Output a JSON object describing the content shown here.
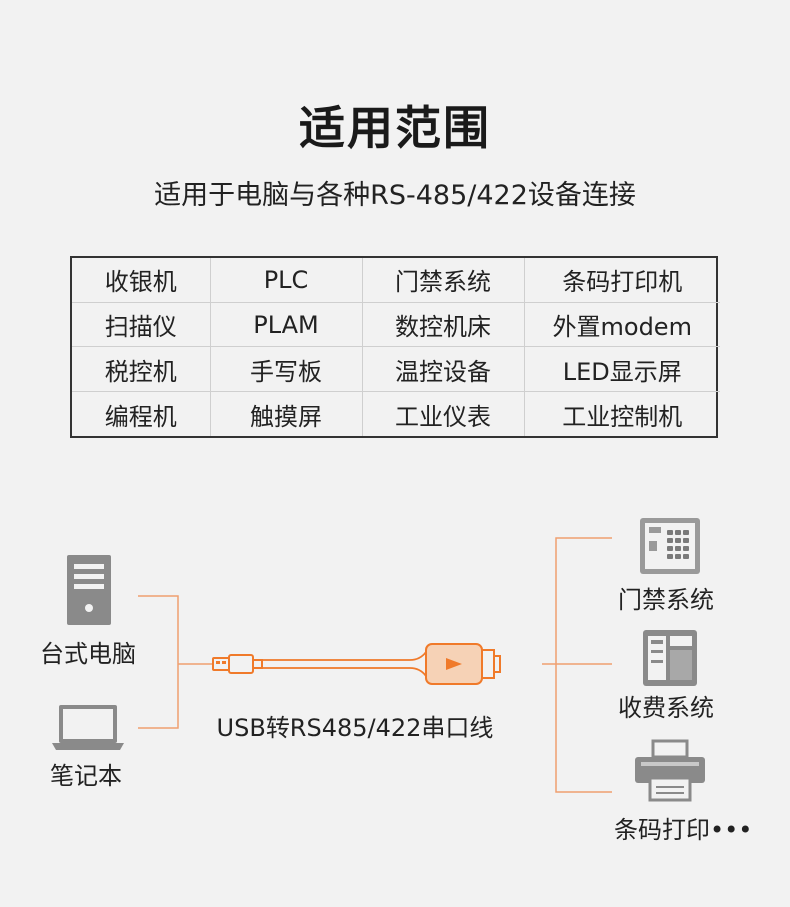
{
  "title": "适用范围",
  "subtitle": "适用于电脑与各种RS-485/422设备连接",
  "table": {
    "rows": [
      [
        "收银机",
        "PLC",
        "门禁系统",
        "条码打印机"
      ],
      [
        "扫描仪",
        "PLAM",
        "数控机床",
        "外置modem"
      ],
      [
        "税控机",
        "手写板",
        "温控设备",
        "LED显示屏"
      ],
      [
        "编程机",
        "触摸屏",
        "工业仪表",
        "工业控制机"
      ]
    ]
  },
  "diagram": {
    "left_devices": [
      {
        "label": "台式电脑",
        "icon": "desktop-tower-icon"
      },
      {
        "label": "笔记本",
        "icon": "laptop-icon"
      }
    ],
    "cable_label": "USB转RS485/422串口线",
    "right_devices": [
      {
        "label": "门禁系统",
        "icon": "access-control-keypad-icon"
      },
      {
        "label": "收费系统",
        "icon": "receipt-printer-icon"
      },
      {
        "label": "条码打印•••",
        "icon": "barcode-printer-icon"
      }
    ],
    "colors": {
      "connector_line": "#f0a070",
      "cable": "#f07a2a",
      "icon_gray": "#8a8a8a"
    }
  }
}
